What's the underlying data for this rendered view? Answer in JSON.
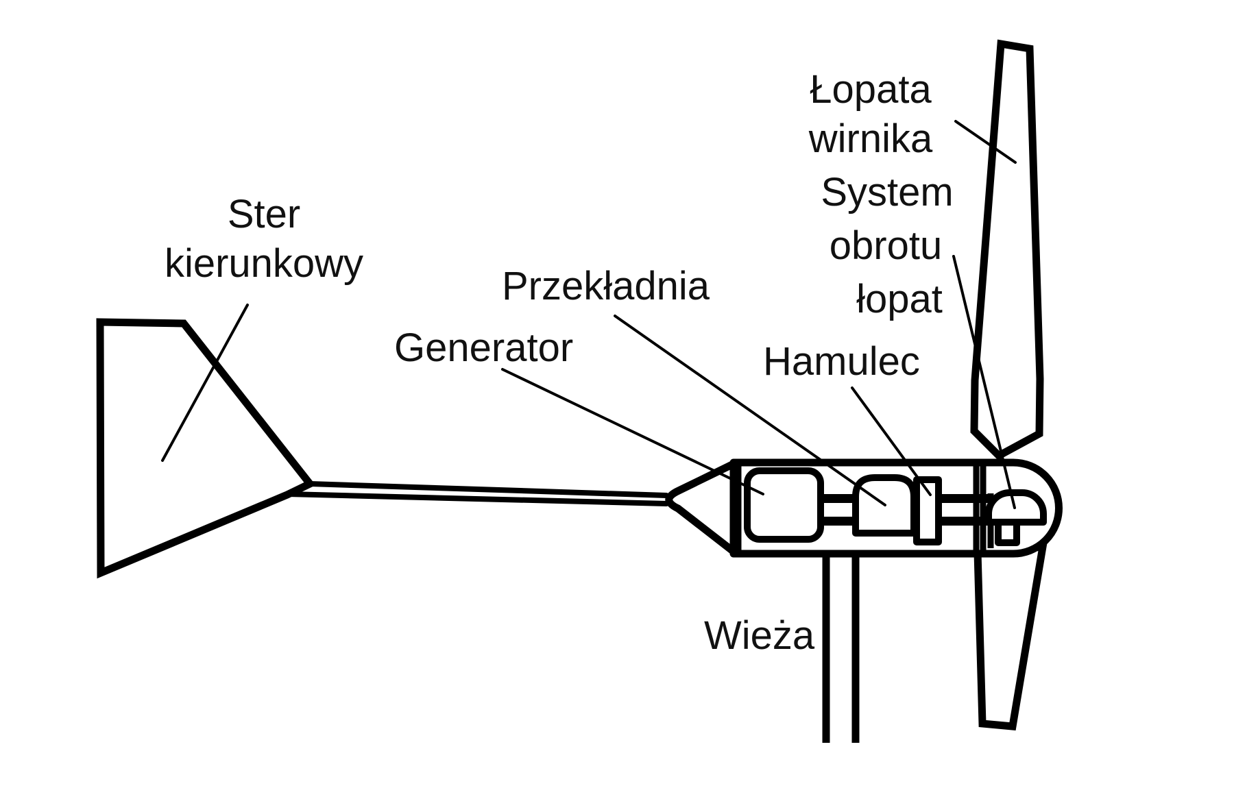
{
  "canvas": {
    "background_color": "#ffffff",
    "line_color": "#000000",
    "text_color": "#111111"
  },
  "labels": {
    "rudder": {
      "line1": "Ster",
      "line2": "kierunkowy"
    },
    "gearbox": "Przekładnia",
    "generator": "Generator",
    "brake": "Hamulec",
    "rotor_blade": {
      "line1": "Łopata",
      "line2": "wirnika"
    },
    "pitch_system": {
      "line1": "System",
      "line2": "obrotu",
      "line3": "łopat"
    },
    "tower": "Wieża"
  }
}
